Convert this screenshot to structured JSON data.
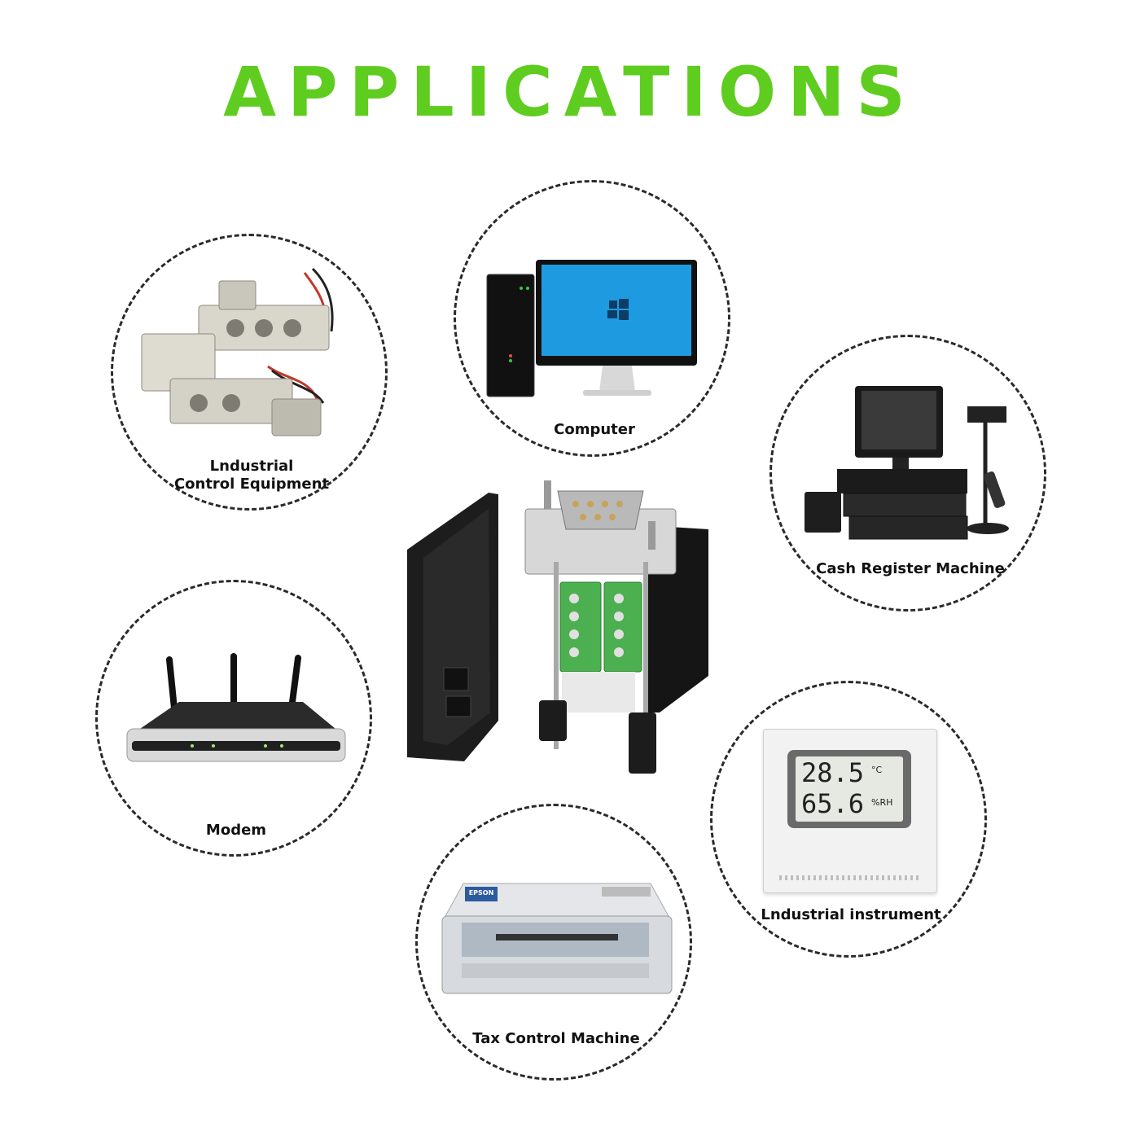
{
  "header": {
    "title": "APPLICATIONS"
  },
  "applications": [
    {
      "label": "Lndustrial",
      "label_line2": "Control Equipment",
      "icon": "solenoid-valve-icon"
    },
    {
      "label": "Computer",
      "icon": "computer-icon"
    },
    {
      "label": "Cash Register Machine",
      "icon": "cash-register-icon"
    },
    {
      "label": "Modem",
      "icon": "router-icon"
    },
    {
      "label": "Lndustrial instrument",
      "icon": "thermometer-hygrometer-icon"
    },
    {
      "label": "Tax Control Machine",
      "icon": "dot-matrix-printer-icon"
    }
  ],
  "product": {
    "icon": "db9-terminal-connector-icon",
    "display_readings": {
      "temperature": "28.5",
      "temperature_unit": "°C",
      "humidity": "65.6",
      "humidity_unit": "%RH"
    },
    "printer_brand": "EPSON"
  },
  "colors": {
    "title": "#5fcd1f",
    "terminal_block": "#4caf50",
    "screen": "#1e9be0"
  }
}
